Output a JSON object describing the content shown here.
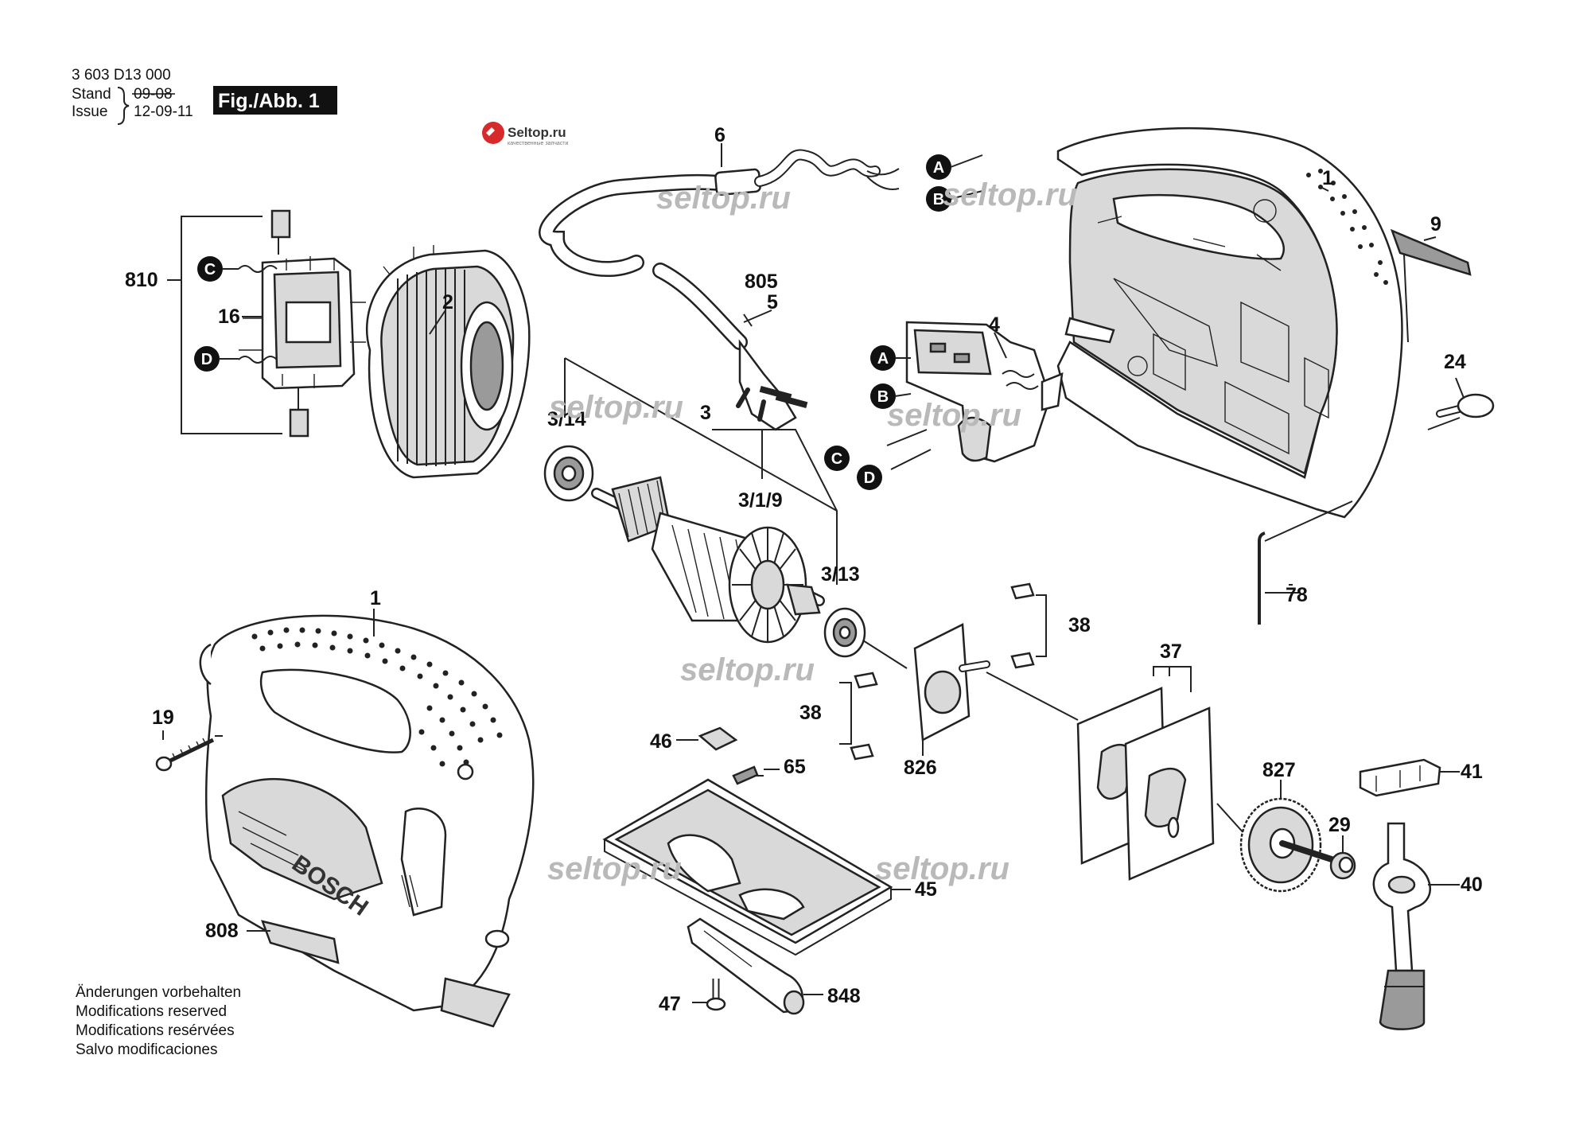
{
  "header": {
    "part_number": "3 603 D13 000",
    "stand_label": "Stand",
    "issue_label": "Issue",
    "stand_date": "09-08",
    "issue_date": "12-09-11",
    "figure_label": "Fig./Abb. 1"
  },
  "logo": {
    "name": "Seltop.ru",
    "tagline": "качественные запчасти"
  },
  "watermark": "seltop.ru",
  "brand_mark": "BOSCH",
  "connectors": {
    "a": "A",
    "b": "B",
    "c": "C",
    "d": "D"
  },
  "parts": {
    "p1": "1",
    "p2": "2",
    "p3": "3",
    "p3_1_9": "3/1/9",
    "p3_13": "3/13",
    "p3_14": "3/14",
    "p4": "4",
    "p5": "5",
    "p6": "6",
    "p9": "9",
    "p16": "16",
    "p19": "19",
    "p24": "24",
    "p29": "29",
    "p37": "37",
    "p38": "38",
    "p40": "40",
    "p41": "41",
    "p45": "45",
    "p46": "46",
    "p47": "47",
    "p65": "65",
    "p78": "78",
    "p805": "805",
    "p808": "808",
    "p810": "810",
    "p826": "826",
    "p827": "827",
    "p848": "848"
  },
  "notes": [
    "Änderungen vorbehalten",
    "Modifications reserved",
    "Modifications resérvées",
    "Salvo modificaciones"
  ]
}
